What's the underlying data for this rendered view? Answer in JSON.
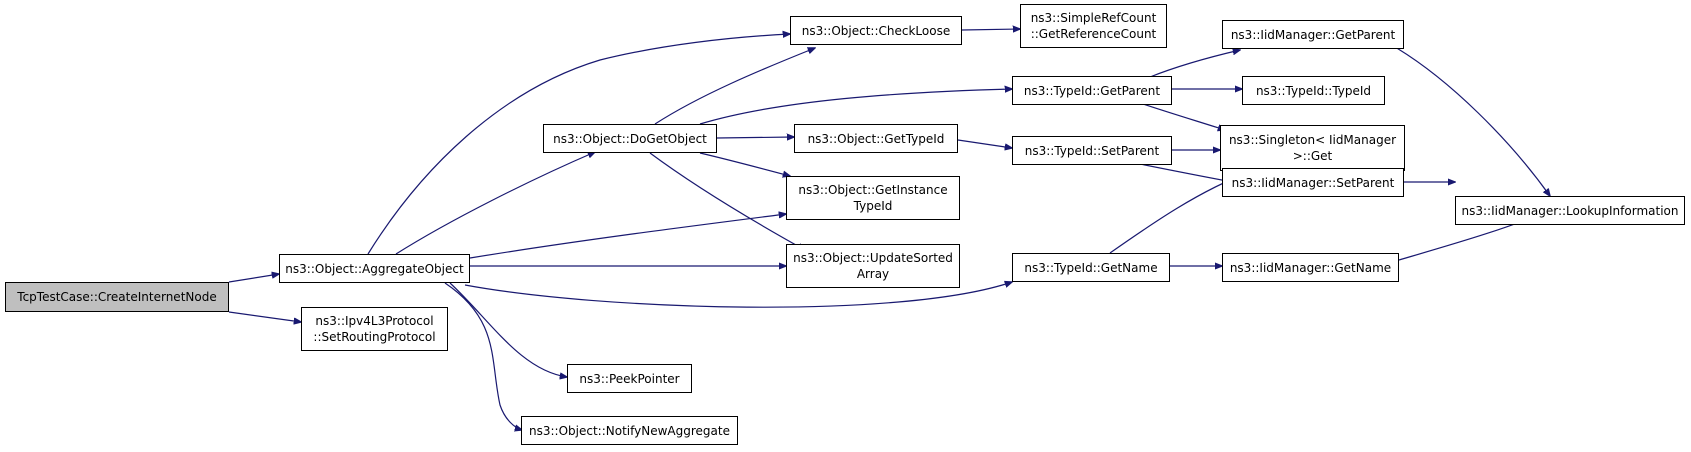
{
  "colors": {
    "edge": "#191970",
    "root_fill": "#bfbfbf",
    "node_fill": "#ffffff",
    "border": "#000000"
  },
  "nodes": {
    "root": {
      "lines": [
        "TcpTestCase::CreateInternetNode"
      ]
    },
    "aggregate": {
      "lines": [
        "ns3::Object::AggregateObject"
      ]
    },
    "setrouting": {
      "lines": [
        "ns3::Ipv4L3Protocol",
        "::SetRoutingProtocol"
      ]
    },
    "dogetobject": {
      "lines": [
        "ns3::Object::DoGetObject"
      ]
    },
    "checkloose": {
      "lines": [
        "ns3::Object::CheckLoose"
      ]
    },
    "getrefcount": {
      "lines": [
        "ns3::SimpleRefCount",
        "::GetReferenceCount"
      ]
    },
    "gettypeid": {
      "lines": [
        "ns3::Object::GetTypeId"
      ]
    },
    "getinstance": {
      "lines": [
        "ns3::Object::GetInstance",
        "TypeId"
      ]
    },
    "updatesorted": {
      "lines": [
        "ns3::Object::UpdateSorted",
        "Array"
      ]
    },
    "peekpointer": {
      "lines": [
        "ns3::PeekPointer"
      ]
    },
    "notify": {
      "lines": [
        "ns3::Object::NotifyNewAggregate"
      ]
    },
    "tid_getparent": {
      "lines": [
        "ns3::TypeId::GetParent"
      ]
    },
    "tid_setparent": {
      "lines": [
        "ns3::TypeId::SetParent"
      ]
    },
    "tid_getname": {
      "lines": [
        "ns3::TypeId::GetName"
      ]
    },
    "tid_typeid": {
      "lines": [
        "ns3::TypeId::TypeId"
      ]
    },
    "singleton": {
      "lines": [
        "ns3::Singleton< IidManager",
        ">::Get"
      ]
    },
    "iid_getparent": {
      "lines": [
        "ns3::IidManager::GetParent"
      ]
    },
    "iid_setparent": {
      "lines": [
        "ns3::IidManager::SetParent"
      ]
    },
    "iid_getname": {
      "lines": [
        "ns3::IidManager::GetName"
      ]
    },
    "iid_lookup": {
      "lines": [
        "ns3::IidManager::LookupInformation"
      ]
    }
  }
}
